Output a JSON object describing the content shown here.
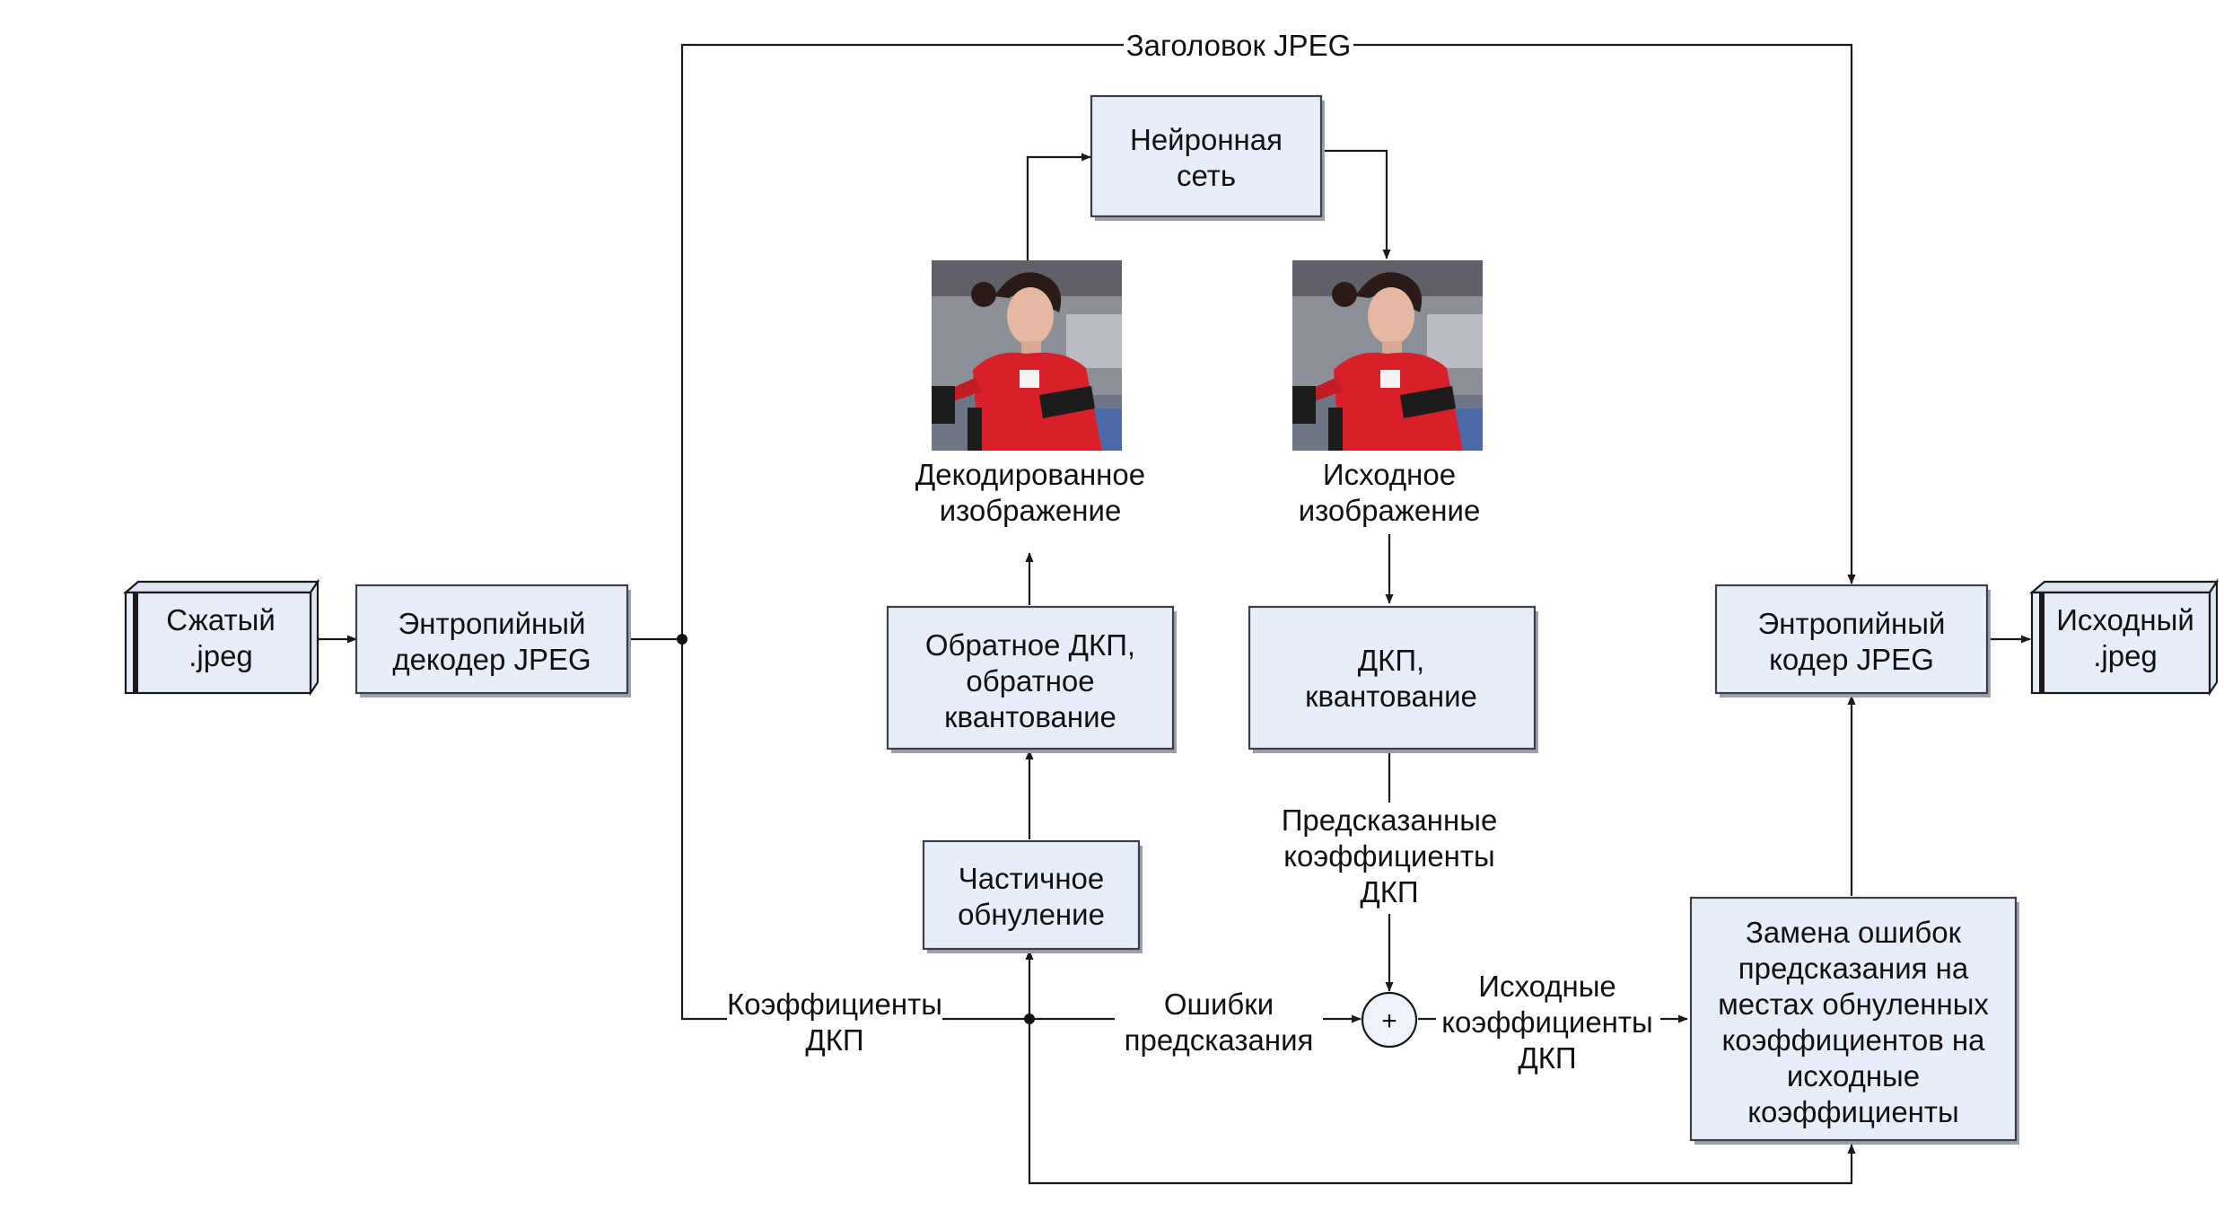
{
  "diagram": {
    "header_label": "Заголовок JPEG",
    "nodes": {
      "compressed_jpeg": "Сжатый\n.jpeg",
      "entropy_decoder": "Энтропийный\nдекодер JPEG",
      "neural_network": "Нейронная\nсеть",
      "decoded_image_caption": "Декодированное\nизображение",
      "original_image_caption": "Исходное\nизображение",
      "inverse_dct": "Обратное ДКП,\nобратное\nквантование",
      "dct_quant": "ДКП,\nквантование",
      "partial_zeroing": "Частичное\nобнуление",
      "replace_errors": "Замена ошибок\nпредсказания на\nместах обнуленных\nкоэффициентов на\nисходные\nкоэффициенты",
      "entropy_encoder": "Энтропийный\nкодер JPEG",
      "original_jpeg": "Исходный\n.jpeg"
    },
    "edge_labels": {
      "dct_coefficients": "Коэффициенты\nДКП",
      "prediction_errors": "Ошибки\nпредсказания",
      "predicted_coefficients": "Предсказанные\nкоэффициенты\nДКП",
      "original_coefficients": "Исходные\nкоэффициенты\nДКП"
    },
    "sum_symbol": "+",
    "colors": {
      "box_fill": "#e8eef9",
      "line": "#1a1a1a",
      "jersey_red": "#d8202a"
    }
  }
}
